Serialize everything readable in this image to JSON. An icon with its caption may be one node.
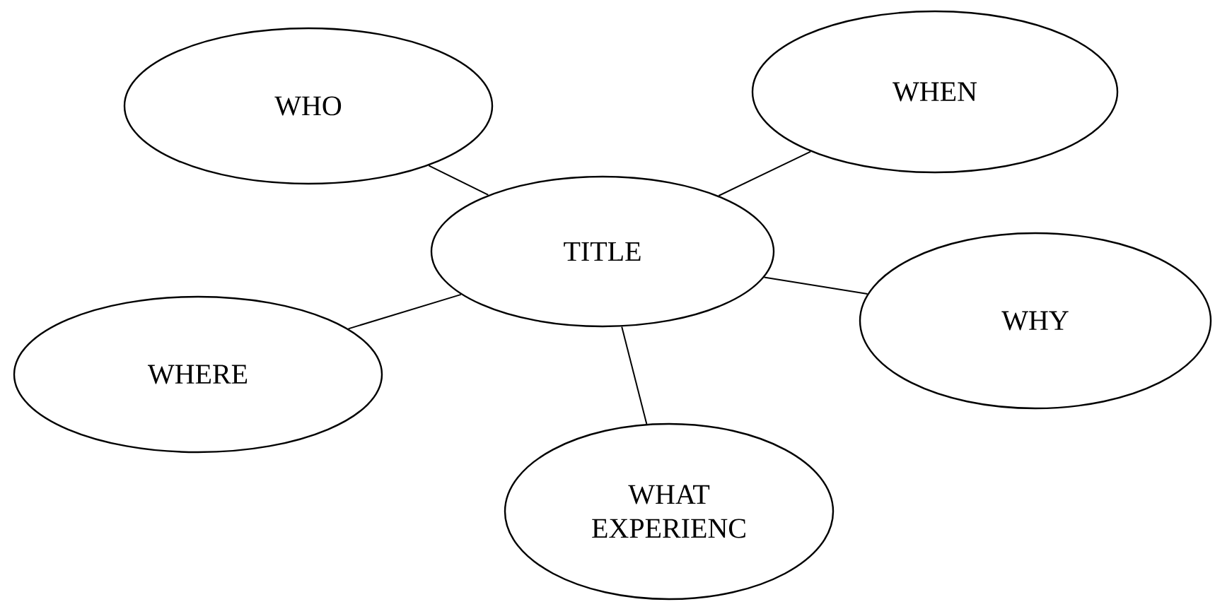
{
  "diagram": {
    "nodes": [
      {
        "text": [
          "WHO"
        ]
      },
      {
        "text": [
          "WHEN"
        ]
      },
      {
        "text": [
          "TITLE"
        ]
      },
      {
        "text": [
          "WHY"
        ]
      },
      {
        "text": [
          "WHERE"
        ]
      },
      {
        "text": [
          "WHAT EXPERIENC"
        ]
      }
    ],
    "edges": [
      {
        "from": 2,
        "to": 0,
        "arrow": "none"
      },
      {
        "from": 2,
        "to": 1,
        "arrow": "none"
      },
      {
        "from": 2,
        "to": 3,
        "arrow": "none"
      },
      {
        "from": 2,
        "to": 4,
        "arrow": "none"
      },
      {
        "from": 2,
        "to": 5,
        "arrow": "none"
      }
    ]
  }
}
